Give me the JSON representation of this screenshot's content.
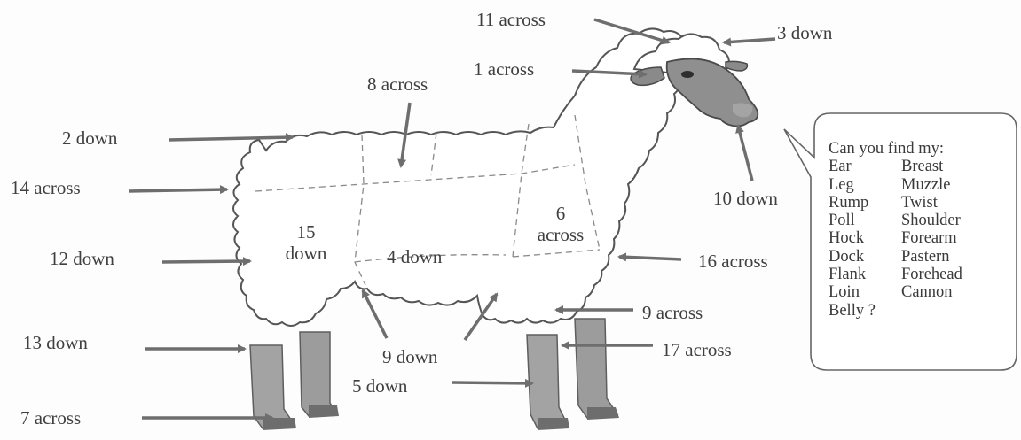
{
  "labels": {
    "across_11": "11 across",
    "down_3": "3 down",
    "across_1": "1 across",
    "across_8": "8 across",
    "down_2": "2 down",
    "across_14": "14 across",
    "down_10": "10 down",
    "across_6_num": "6",
    "across_6_word": "across",
    "down_15_num": "15",
    "down_15_word": "down",
    "down_4": "4 down",
    "down_12": "12 down",
    "across_16": "16 across",
    "across_9": "9 across",
    "down_13": "13 down",
    "down_9": "9 down",
    "across_17": "17 across",
    "down_5": "5 down",
    "across_7": "7 across"
  },
  "bubble": {
    "title": "Can you find my:",
    "rows": [
      [
        "Ear",
        "Breast"
      ],
      [
        "Leg",
        "Muzzle"
      ],
      [
        "Rump",
        "Twist"
      ],
      [
        "Poll",
        "Shoulder"
      ],
      [
        "Hock",
        "Forearm"
      ],
      [
        "Dock",
        "Pastern"
      ],
      [
        "Flank",
        "Forehead"
      ],
      [
        "Loin",
        "Cannon"
      ]
    ],
    "last": "Belly ?"
  },
  "colors": {
    "wool_outline": "#555555",
    "face": "#8f8f8f",
    "legs": "#9a9a9a",
    "arrow": "#6e6e6e",
    "text": "#3f3f3f"
  }
}
